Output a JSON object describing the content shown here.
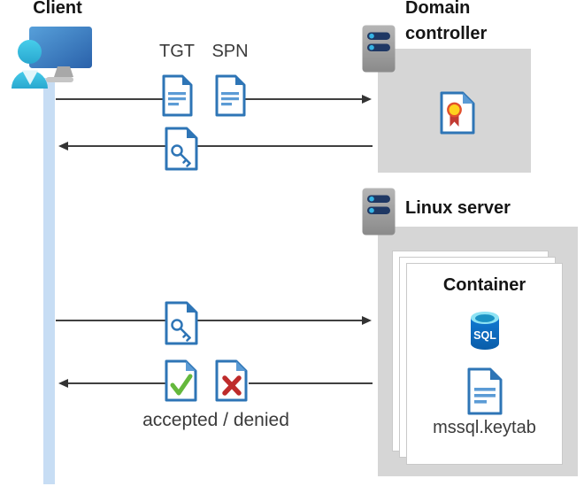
{
  "nodes": {
    "client": {
      "label": "Client"
    },
    "domain_controller": {
      "label": "Domain controller"
    },
    "linux_server": {
      "label": "Linux server"
    },
    "container": {
      "label": "Container",
      "sql_badge": "SQL",
      "keytab_label": "mssql.keytab"
    }
  },
  "flow_labels": {
    "tgt": "TGT",
    "spn": "SPN",
    "accepted_denied": "accepted / denied"
  },
  "flows": [
    {
      "from": "Client",
      "to": "Domain controller",
      "direction": "right",
      "artifact_icons": [
        "document-icon",
        "document-icon"
      ],
      "artifact_captions": [
        "TGT",
        "SPN"
      ]
    },
    {
      "from": "Domain controller",
      "to": "Client",
      "direction": "left",
      "artifact_icons": [
        "key-document-icon"
      ],
      "artifact_captions": []
    },
    {
      "from": "Client",
      "to": "Linux server",
      "direction": "right",
      "artifact_icons": [
        "key-document-icon"
      ],
      "artifact_captions": []
    },
    {
      "from": "Linux server",
      "to": "Client",
      "direction": "left",
      "artifact_icons": [
        "check-document-icon",
        "x-document-icon"
      ],
      "artifact_captions": [
        "accepted / denied"
      ]
    }
  ],
  "icons": {
    "client": "client-workstation-icon",
    "domain_controller": "server-icon",
    "linux_server": "server-icon",
    "certificate": "certificate-document-icon",
    "sql": "sql-database-icon",
    "keytab": "document-icon"
  },
  "colors": {
    "doc_border_blue": "#2e75b6",
    "doc_fold_light": "#5b9bd5",
    "doc_line_blue": "#5b9bd5",
    "check_green": "#64b83c",
    "x_red": "#be2b2b",
    "panel_gray": "#d6d6d6",
    "arrow_gray": "#404040",
    "lifeline_blue": "#c7ddf4",
    "server_bar_navy": "#1f3864",
    "server_dot_cyan": "#35b4e5",
    "person_cyan": "#3ec9e9",
    "monitor_blue": "#3c7fc0",
    "sql_body_blue": "#0d6ec6",
    "sql_top_cyan": "#8ee3f4",
    "cert_gold": "#ffd21e",
    "cert_ribbon_red": "#c23a32"
  }
}
